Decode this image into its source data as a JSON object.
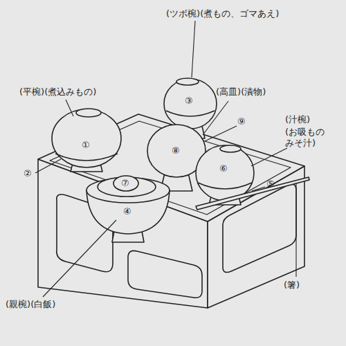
{
  "diagram": {
    "labels": [
      "(ツボ椀)(煮もの、ゴマあえ)",
      "(平椀)(煮込みもの)",
      "(高皿)(漬物)",
      "(汁椀)",
      "(お吸もの みそ汁)",
      "(箸)",
      "(親椀)(白飯)",
      "①",
      "②",
      "③",
      "④",
      "⑤",
      "⑥",
      "⑦",
      "⑧",
      "⑨"
    ]
  }
}
